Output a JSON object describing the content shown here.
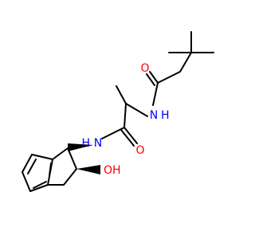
{
  "molecule": {
    "atoms": {
      "o_amide_top": {
        "text": "O"
      },
      "nh_top": {
        "text": "N"
      },
      "h_top": {
        "text": "H"
      },
      "nh_bottom": {
        "text": "N"
      },
      "h_bottom": {
        "text": "H"
      },
      "o_amide_bottom": {
        "text": "O"
      },
      "oh": {
        "text": "OH"
      }
    }
  },
  "colors": {
    "bond": "#000000",
    "oxygen": "#ff0000",
    "nitrogen": "#0000ff"
  }
}
